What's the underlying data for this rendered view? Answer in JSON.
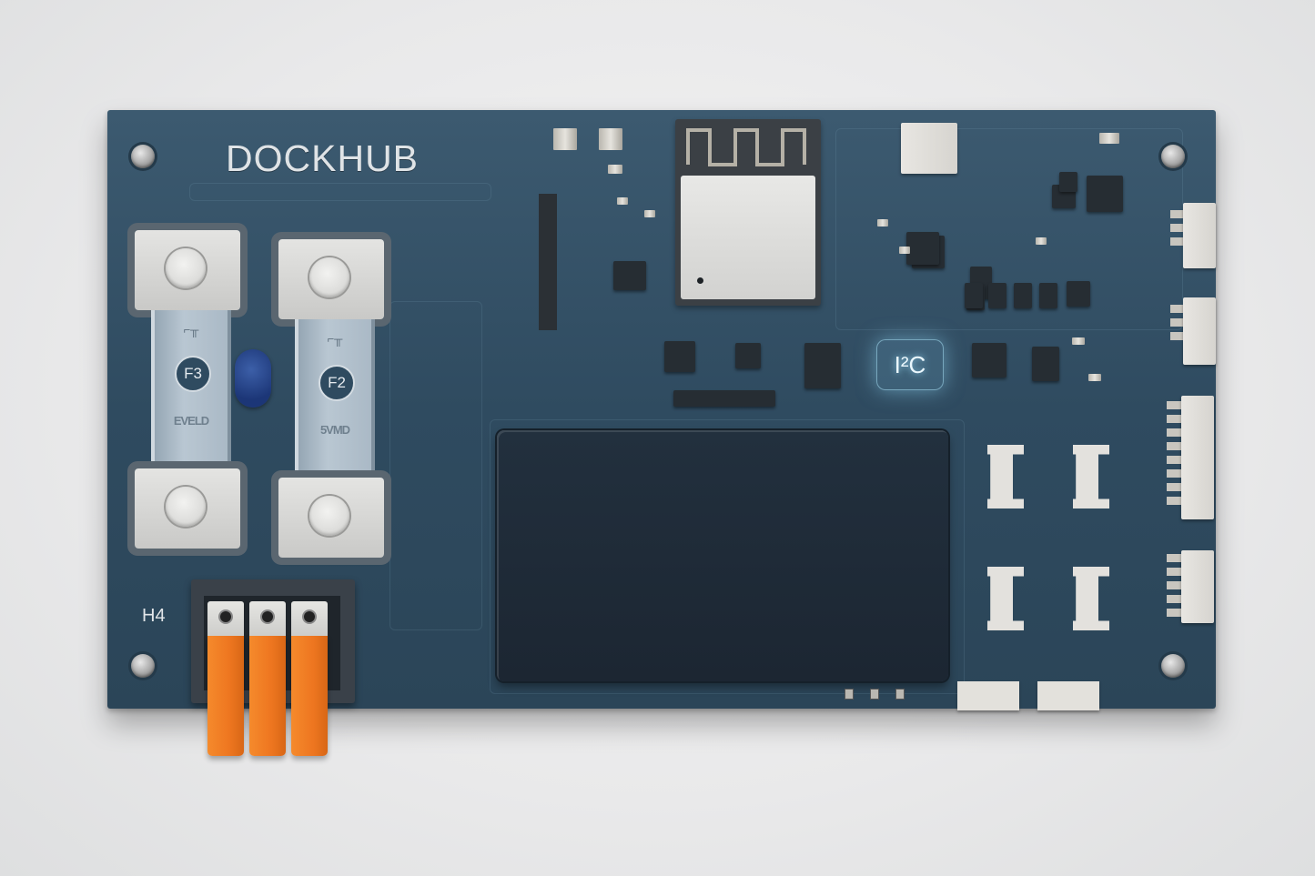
{
  "board": {
    "brand_label": "DOCKHUB",
    "colors": {
      "pcb": "#2f4b60",
      "terminal_lever": "#ef7a22",
      "led": "#1f3b82",
      "i2c_glow": "#9fe0ff",
      "background": "#ececec"
    }
  },
  "fuses": [
    {
      "id": "F3",
      "label": "F3",
      "marking": "EVELD",
      "symbol": "fuse-symbol"
    },
    {
      "id": "F2",
      "label": "F2",
      "marking": "5VMD",
      "symbol": "fuse-symbol"
    }
  ],
  "terminal_block": {
    "label": "H4",
    "lever_count": 3
  },
  "i2c_marker": {
    "label": "I²C"
  },
  "wifi_module": {
    "antenna": "meander-antenna",
    "shield": "rf-shield-can"
  },
  "connectors": {
    "right_edge": [
      "3-pin",
      "3-pin",
      "8-pin",
      "5-pin"
    ],
    "center": [
      "jst-1",
      "jst-2",
      "jst-3",
      "jst-4"
    ],
    "bottom": [
      "6-pin",
      "6-pin"
    ]
  }
}
